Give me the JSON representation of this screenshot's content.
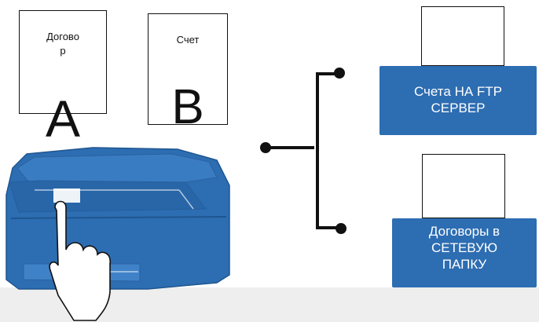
{
  "documents": [
    {
      "title": "Догово\nр",
      "letter": "А"
    },
    {
      "title": "Счет",
      "letter": "В"
    }
  ],
  "destinations": [
    {
      "label": "Счета НА FTP\nСЕРВЕР"
    },
    {
      "label": "Договоры в\nСЕТЕВУЮ\nПАПКУ"
    }
  ],
  "colors": {
    "device_blue": "#2d6db2",
    "device_dark": "#1f568f",
    "floor": "#eeeeee",
    "line": "#111111"
  },
  "icons": {
    "device": "printer-scanner-icon",
    "hand": "pointing-hand-icon",
    "router": "branch-connector-icon"
  }
}
